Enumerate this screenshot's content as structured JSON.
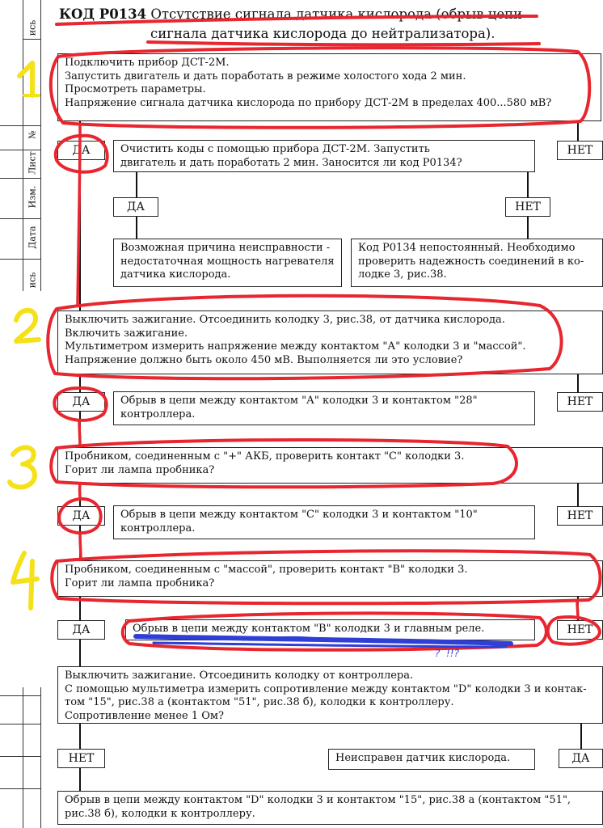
{
  "title": {
    "code": "КОД Р0134",
    "line1": "Отсутствие сигнала датчика кислорода (обрыв цепи",
    "line2": "сигнала датчика кислорода до нейтрализатора)."
  },
  "frame": {
    "stamps": [
      "ись",
      "№",
      "Лист",
      "Изм.",
      "Дата",
      "ись"
    ]
  },
  "steps": {
    "s1": "Подключить прибор ДСТ-2М.\nЗапустить двигатель и дать поработать в режиме холостого хода 2 мин.\nПросмотреть параметры.\nНапряжение сигнала датчика кислорода по прибору ДСТ-2М в пределах 400...580 мВ?",
    "q1": "Очистить коды с помощью прибора ДСТ-2М. Запустить\nдвигатель и дать поработать 2 мин. Заносится ли код Р0134?",
    "r1_yes": "Возможная причина неисправности -\nнедостаточная мощность нагревателя\nдатчика кислорода.",
    "r1_no": "Код Р0134 непостоянный. Необходимо\nпроверить надежность соединений в ко-\nлодке 3, рис.38.",
    "s2": "Выключить зажигание. Отсоединить колодку 3, рис.38, от датчика кислорода.\nВключить зажигание.\nМультиметром измерить напряжение между контактом \"А\" колодки 3 и \"массой\".\nНапряжение должно быть около 450 мВ. Выполняется ли это условие?",
    "r2": "Обрыв в цепи между контактом \"А\" колодки 3 и контактом \"28\"\nконтроллера.",
    "s3": "Пробником, соединенным с \"+\" АКБ, проверить контакт \"С\" колодки 3.\nГорит ли лампа пробника?",
    "r3": "Обрыв в цепи между контактом \"С\" колодки 3 и контактом \"10\"\nконтроллера.",
    "s4": "Пробником, соединенным с \"массой\", проверить контакт \"В\" колодки 3.\nГорит ли лампа пробника?",
    "r4": "Обрыв в цепи между контактом \"В\" колодки 3 и главным реле.",
    "s5": "Выключить зажигание. Отсоединить колодку от контроллера.\nС помощью мультиметра измерить сопротивление между контактом \"D\" колодки 3 и контак-\nтом \"15\", рис.38 а (контактом \"51\", рис.38 б), колодки к контроллеру.\nСопротивление менее 1 Ом?",
    "r5_yes": "Неисправен датчик кислорода.",
    "r5_no": "Обрыв в цепи между контактом \"D\" колодки 3 и контактом \"15\", рис.38 а (контактом \"51\",\nрис.38 б), колодки к контроллеру."
  },
  "labels": {
    "yes": "ДА",
    "no": "НЕТ"
  },
  "annotations": {
    "numbers": [
      "1",
      "2",
      "3",
      "4"
    ],
    "handwritten_note": "?  !!?",
    "marker_red": "#e8262f",
    "marker_yellow": "#f5e11a",
    "marker_blue": "#2f3fd6"
  }
}
